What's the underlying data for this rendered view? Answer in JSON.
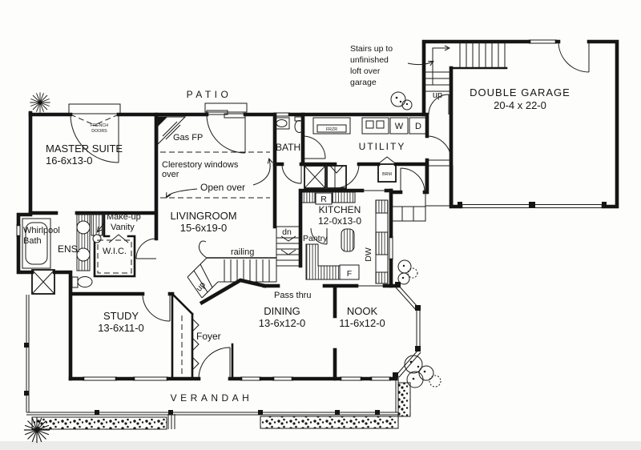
{
  "plan": {
    "outdoor": {
      "patio": "PATIO",
      "verandah": "VERANDAH"
    },
    "rooms": {
      "master_suite": {
        "name": "MASTER SUITE",
        "dims": "16-6x13-0"
      },
      "livingroom": {
        "name": "LIVINGROOM",
        "dims": "15-6x19-0"
      },
      "kitchen": {
        "name": "KITCHEN",
        "dims": "12-0x13-0"
      },
      "study": {
        "name": "STUDY",
        "dims": "13-6x11-0"
      },
      "dining": {
        "name": "DINING",
        "dims": "13-6x12-0"
      },
      "nook": {
        "name": "NOOK",
        "dims": "11-6x12-0"
      },
      "garage": {
        "name": "DOUBLE GARAGE",
        "dims": "20-4 x 22-0"
      },
      "bath": "BATH",
      "utility": "UTILITY",
      "foyer": "Foyer",
      "ens": "ENS.",
      "wic": "W.I.C."
    },
    "labels": {
      "stairs_note": [
        "Stairs up to",
        "unfinished",
        "loft over",
        "garage"
      ],
      "up_garage": "up",
      "up_main": "up",
      "dn": "dn",
      "gas_fp": "Gas FP",
      "clerestory_line1": "Clerestory windows",
      "clerestory_line2": "over",
      "open_over": "Open over",
      "railing": "railing",
      "pantry": "Pantry",
      "pass_thru": "Pass thru",
      "makeup_line1": "Make-up",
      "makeup_line2": "Vanity",
      "whirlpool_line1": "Whirlpool",
      "whirlpool_line2": "Bath",
      "french_line1": "FRENCH",
      "french_line2": "DOORS"
    },
    "appliances": {
      "freezer": "FRZR",
      "washer": "W",
      "dryer": "D",
      "range": "R",
      "fridge": "F",
      "dishwasher": "DW",
      "broom": "BRM"
    },
    "ink_color": "#151515",
    "paper_color": "#fdfdfc"
  }
}
